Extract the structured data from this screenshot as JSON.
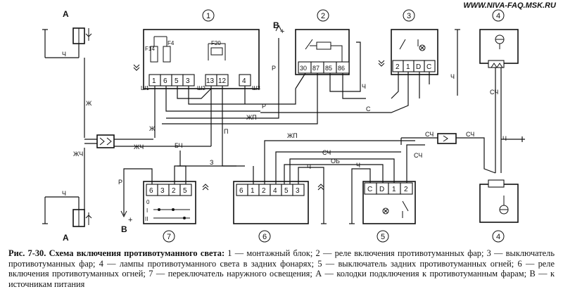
{
  "site": "WWW.NIVA-FAQ.MSK.RU",
  "caption": {
    "title": "Рис. 7-30. Схема включения противотуманного света:",
    "text": " 1 — монтажный блок; 2 — реле включения противотуманных фар; 3 — выключатель противотуманных фар; 4 — лампы противотуманного света в задних фонарях; 5 — выключатель задних противотуманных огней; 6 — реле включения противотуманных огней; 7 — переключатель наружного освещения; А — колодки подключения к противотуманным фарам; В — к источникам питания"
  },
  "component_numbers": [
    "1",
    "2",
    "3",
    "4",
    "4",
    "5",
    "6",
    "7"
  ],
  "letters": {
    "A": "А",
    "B": "В"
  },
  "block1": {
    "fuses": [
      "F14",
      "F4",
      "F20"
    ],
    "pins": [
      "1",
      "6",
      "5",
      "3",
      "13",
      "12",
      "4"
    ],
    "sockets": [
      "Ш1",
      "Ш2",
      "Ш3"
    ]
  },
  "block2": {
    "pins": [
      "30",
      "87",
      "85",
      "86"
    ]
  },
  "block3": {
    "pins": [
      "2",
      "1",
      "D",
      "C"
    ]
  },
  "block5": {
    "pins": [
      "C",
      "D",
      "1",
      "2"
    ]
  },
  "block6": {
    "pins": [
      "6",
      "1",
      "2",
      "4",
      "5",
      "3"
    ]
  },
  "block7": {
    "pins": [
      "6",
      "3",
      "2",
      "5"
    ],
    "positions": [
      "0",
      "I",
      "II"
    ]
  },
  "wire_labels": {
    "ch": "Ч",
    "zh": "Ж",
    "zhch": "ЖЧ",
    "r": "Р",
    "zhp": "ЖП",
    "s": "С",
    "p": "П",
    "bch": "БЧ",
    "z": "З",
    "sch": "СЧ",
    "ob": "ОБ",
    "plus": "+"
  }
}
